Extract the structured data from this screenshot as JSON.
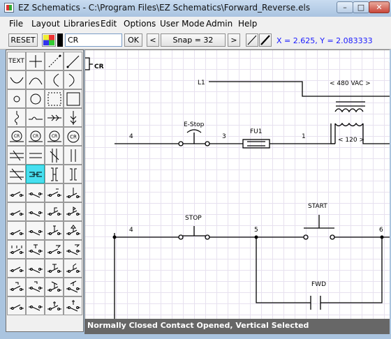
{
  "window": {
    "title": "EZ Schematics - C:\\Program Files\\EZ Schematics\\Forward_Reverse.els",
    "minimize": "–",
    "maximize": "□",
    "close": "✕"
  },
  "menu": [
    "File",
    "Layout",
    "Libraries",
    "Edit",
    "Options",
    "User Mode",
    "Admin",
    "Help"
  ],
  "toolbar": {
    "reset_label": "RESET",
    "component_value": "CR",
    "ok_label": "OK",
    "prev_label": "<",
    "snap_label": "Snap = 32",
    "next_label": ">",
    "coordinates": "X = 2.625, Y = 2.083333"
  },
  "tools": {
    "text_label": "TEXT",
    "cr_label": "CR",
    "selected": "normally-closed-contact-vertical"
  },
  "schematic": {
    "labels": {
      "l1": "L1",
      "transformer_primary": "< 480 VAC >",
      "transformer_secondary": "< 120 >",
      "estop": "E-Stop",
      "fuse": "FU1",
      "wire_4_top": "4",
      "wire_3": "3",
      "wire_1": "1",
      "stop": "STOP",
      "start": "START",
      "wire_4_bottom": "4",
      "wire_5": "5",
      "wire_6": "6",
      "fwd": "FWD"
    }
  },
  "status": "Normally Closed Contact Opened, Vertical Selected"
}
